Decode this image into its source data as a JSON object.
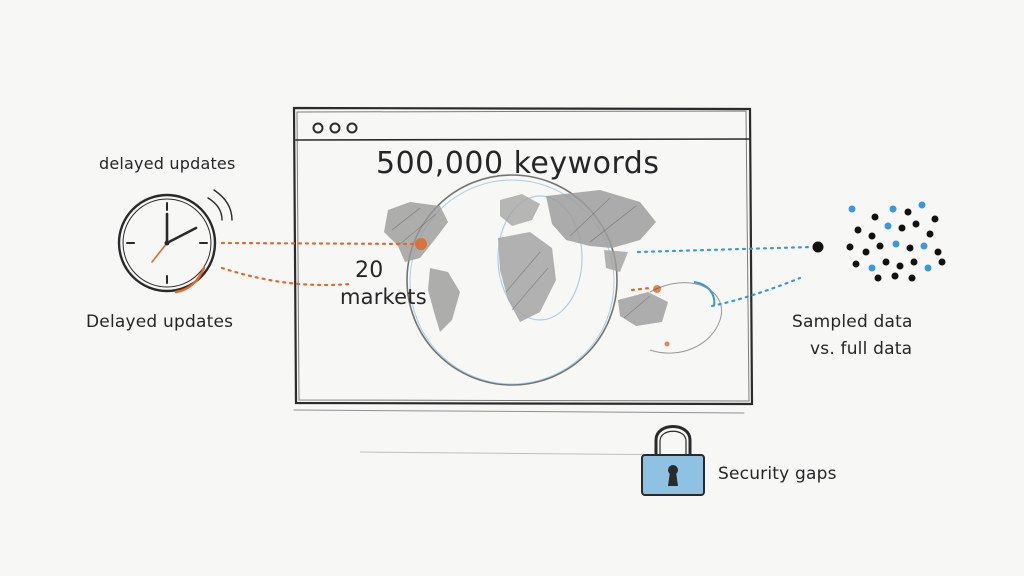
{
  "labels": {
    "clock_top": "delayed updates",
    "clock_bottom": "Delayed updates",
    "keywords": "500,000 keywords",
    "markets_count": "20",
    "markets_word": "markets",
    "sampled_line1": "Sampled data",
    "sampled_line2": "vs. full data",
    "security": "Security gaps"
  },
  "colors": {
    "ink": "#2a2a2a",
    "accent_orange": "#e06a2c",
    "accent_blue": "#3a9ad9",
    "lock_fill": "#8fc1e3"
  },
  "icons": [
    "clock-icon",
    "lock-icon",
    "globe-icon",
    "data-dots-icon",
    "browser-dots-icon"
  ]
}
